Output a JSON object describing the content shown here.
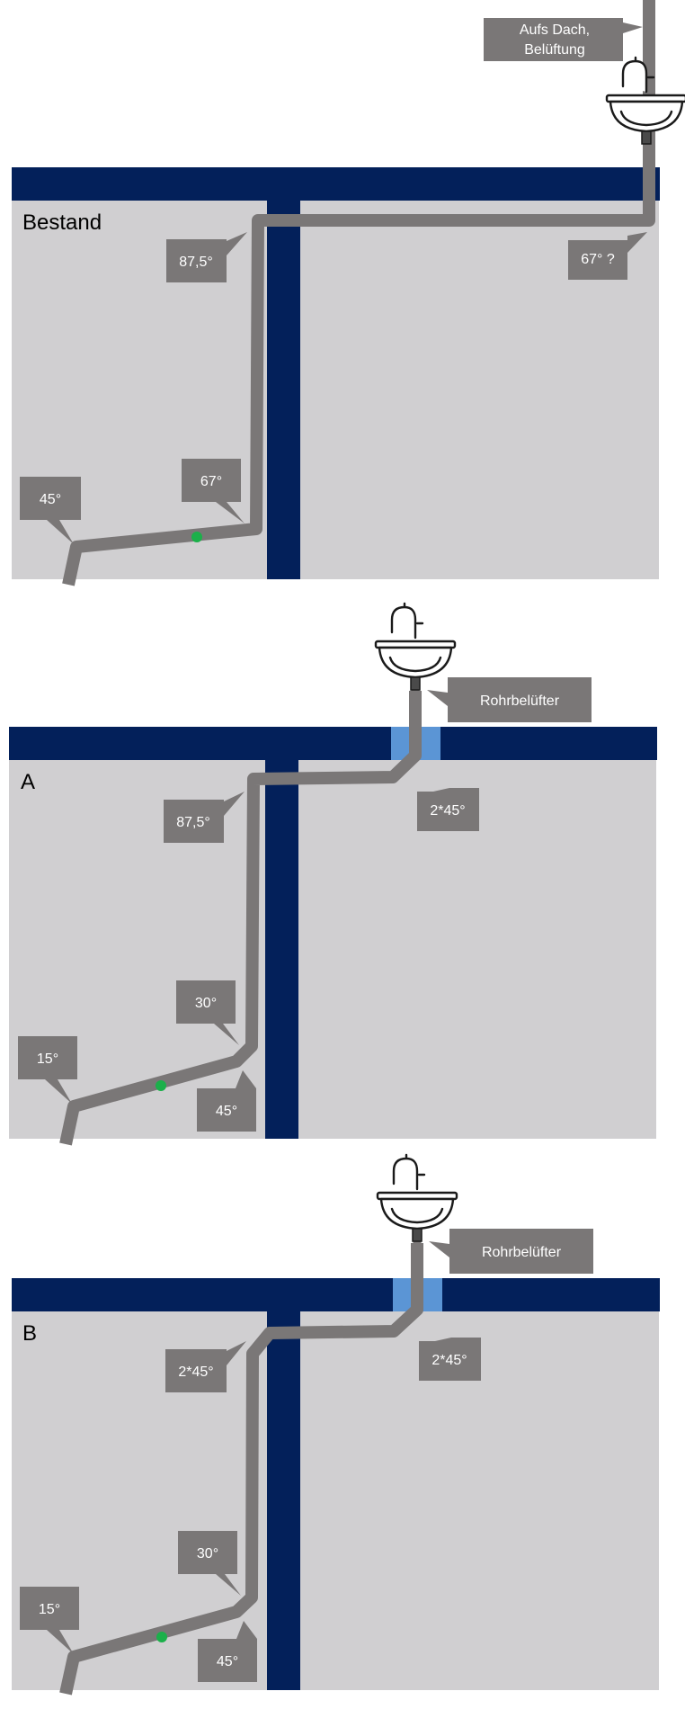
{
  "panels": [
    {
      "id": "bestand",
      "label": "Bestand",
      "callouts": [
        {
          "id": "roof",
          "lines": [
            "Aufs Dach,",
            "Belüftung"
          ]
        },
        {
          "id": "upper-left",
          "lines": [
            "87,5°"
          ]
        },
        {
          "id": "upper-right",
          "lines": [
            "67° ?"
          ]
        },
        {
          "id": "lower-mid",
          "lines": [
            "67°"
          ]
        },
        {
          "id": "lower-left",
          "lines": [
            "45°"
          ]
        }
      ]
    },
    {
      "id": "a",
      "label": "A",
      "callouts": [
        {
          "id": "vent",
          "lines": [
            "Rohrbelüfter"
          ]
        },
        {
          "id": "upper-left",
          "lines": [
            "87,5°"
          ]
        },
        {
          "id": "upper-right",
          "lines": [
            "2*45°"
          ]
        },
        {
          "id": "lower-mid",
          "lines": [
            "30°"
          ]
        },
        {
          "id": "lower-bottom",
          "lines": [
            "45°"
          ]
        },
        {
          "id": "lower-left",
          "lines": [
            "15°"
          ]
        }
      ]
    },
    {
      "id": "b",
      "label": "B",
      "callouts": [
        {
          "id": "vent",
          "lines": [
            "Rohrbelüfter"
          ]
        },
        {
          "id": "upper-left",
          "lines": [
            "2*45°"
          ]
        },
        {
          "id": "upper-right",
          "lines": [
            "2*45°"
          ]
        },
        {
          "id": "lower-mid",
          "lines": [
            "30°"
          ]
        },
        {
          "id": "lower-bottom",
          "lines": [
            "45°"
          ]
        },
        {
          "id": "lower-left",
          "lines": [
            "15°"
          ]
        }
      ]
    }
  ],
  "colors": {
    "wall": "#d0cfd1",
    "beam": "#03205a",
    "pipe": "#7a7777",
    "vent_window": "#5b95d5",
    "marker": "#1bb04a"
  },
  "icons": [
    "sink-icon"
  ]
}
